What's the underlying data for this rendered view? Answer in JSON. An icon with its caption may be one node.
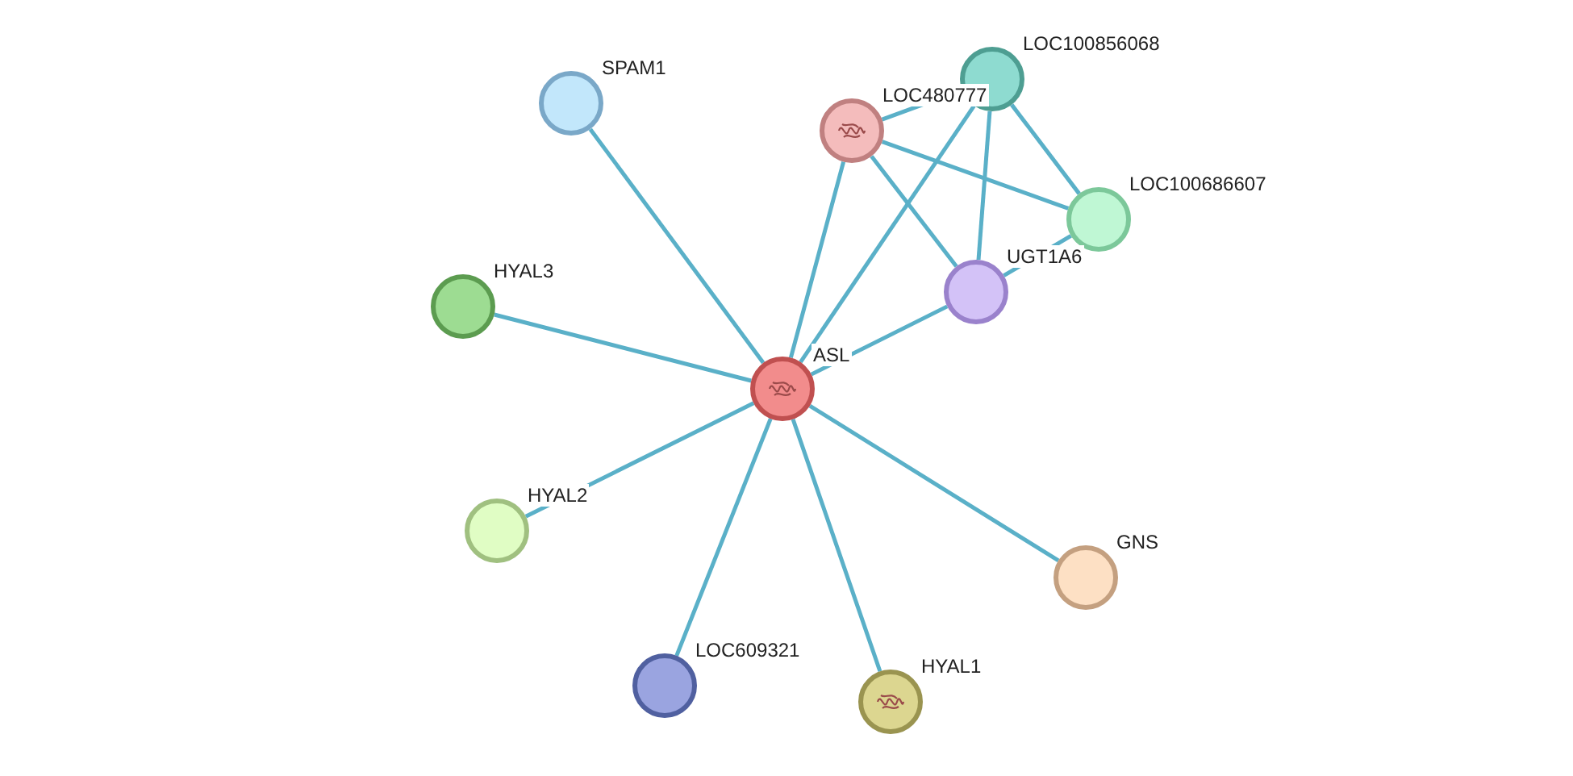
{
  "diagram": {
    "nodes": [
      {
        "text": [],
        "shape": "circle",
        "beside": [
          "ASL"
        ]
      },
      {
        "text": [],
        "shape": "circle",
        "beside": [
          "SPAM1"
        ]
      },
      {
        "text": [],
        "shape": "circle",
        "beside": [
          "LOC480777"
        ]
      },
      {
        "text": [],
        "shape": "circle",
        "beside": [
          "LOC100856068"
        ]
      },
      {
        "text": [],
        "shape": "circle",
        "beside": [
          "LOC100686607"
        ]
      },
      {
        "text": [],
        "shape": "circle",
        "beside": [
          "UGT1A6"
        ]
      },
      {
        "text": [],
        "shape": "circle",
        "beside": [
          "HYAL3"
        ]
      },
      {
        "text": [],
        "shape": "circle",
        "beside": [
          "HYAL2"
        ]
      },
      {
        "text": [],
        "shape": "circle",
        "beside": [
          "GNS"
        ]
      },
      {
        "text": [],
        "shape": "circle",
        "beside": [
          "LOC609321"
        ]
      },
      {
        "text": [],
        "shape": "circle",
        "beside": [
          "HYAL1"
        ]
      }
    ],
    "edges": [
      {
        "from": 0,
        "to": 1,
        "arrow": "none"
      },
      {
        "from": 0,
        "to": 2,
        "arrow": "none"
      },
      {
        "from": 0,
        "to": 3,
        "arrow": "none"
      },
      {
        "from": 0,
        "to": 5,
        "arrow": "none"
      },
      {
        "from": 0,
        "to": 6,
        "arrow": "none"
      },
      {
        "from": 0,
        "to": 7,
        "arrow": "none"
      },
      {
        "from": 0,
        "to": 8,
        "arrow": "none"
      },
      {
        "from": 0,
        "to": 9,
        "arrow": "none"
      },
      {
        "from": 0,
        "to": 10,
        "arrow": "none"
      },
      {
        "from": 2,
        "to": 3,
        "arrow": "none"
      },
      {
        "from": 2,
        "to": 4,
        "arrow": "none"
      },
      {
        "from": 2,
        "to": 5,
        "arrow": "none"
      },
      {
        "from": 3,
        "to": 4,
        "arrow": "none"
      },
      {
        "from": 3,
        "to": 5,
        "arrow": "none"
      },
      {
        "from": 4,
        "to": 5,
        "arrow": "none"
      }
    ]
  }
}
